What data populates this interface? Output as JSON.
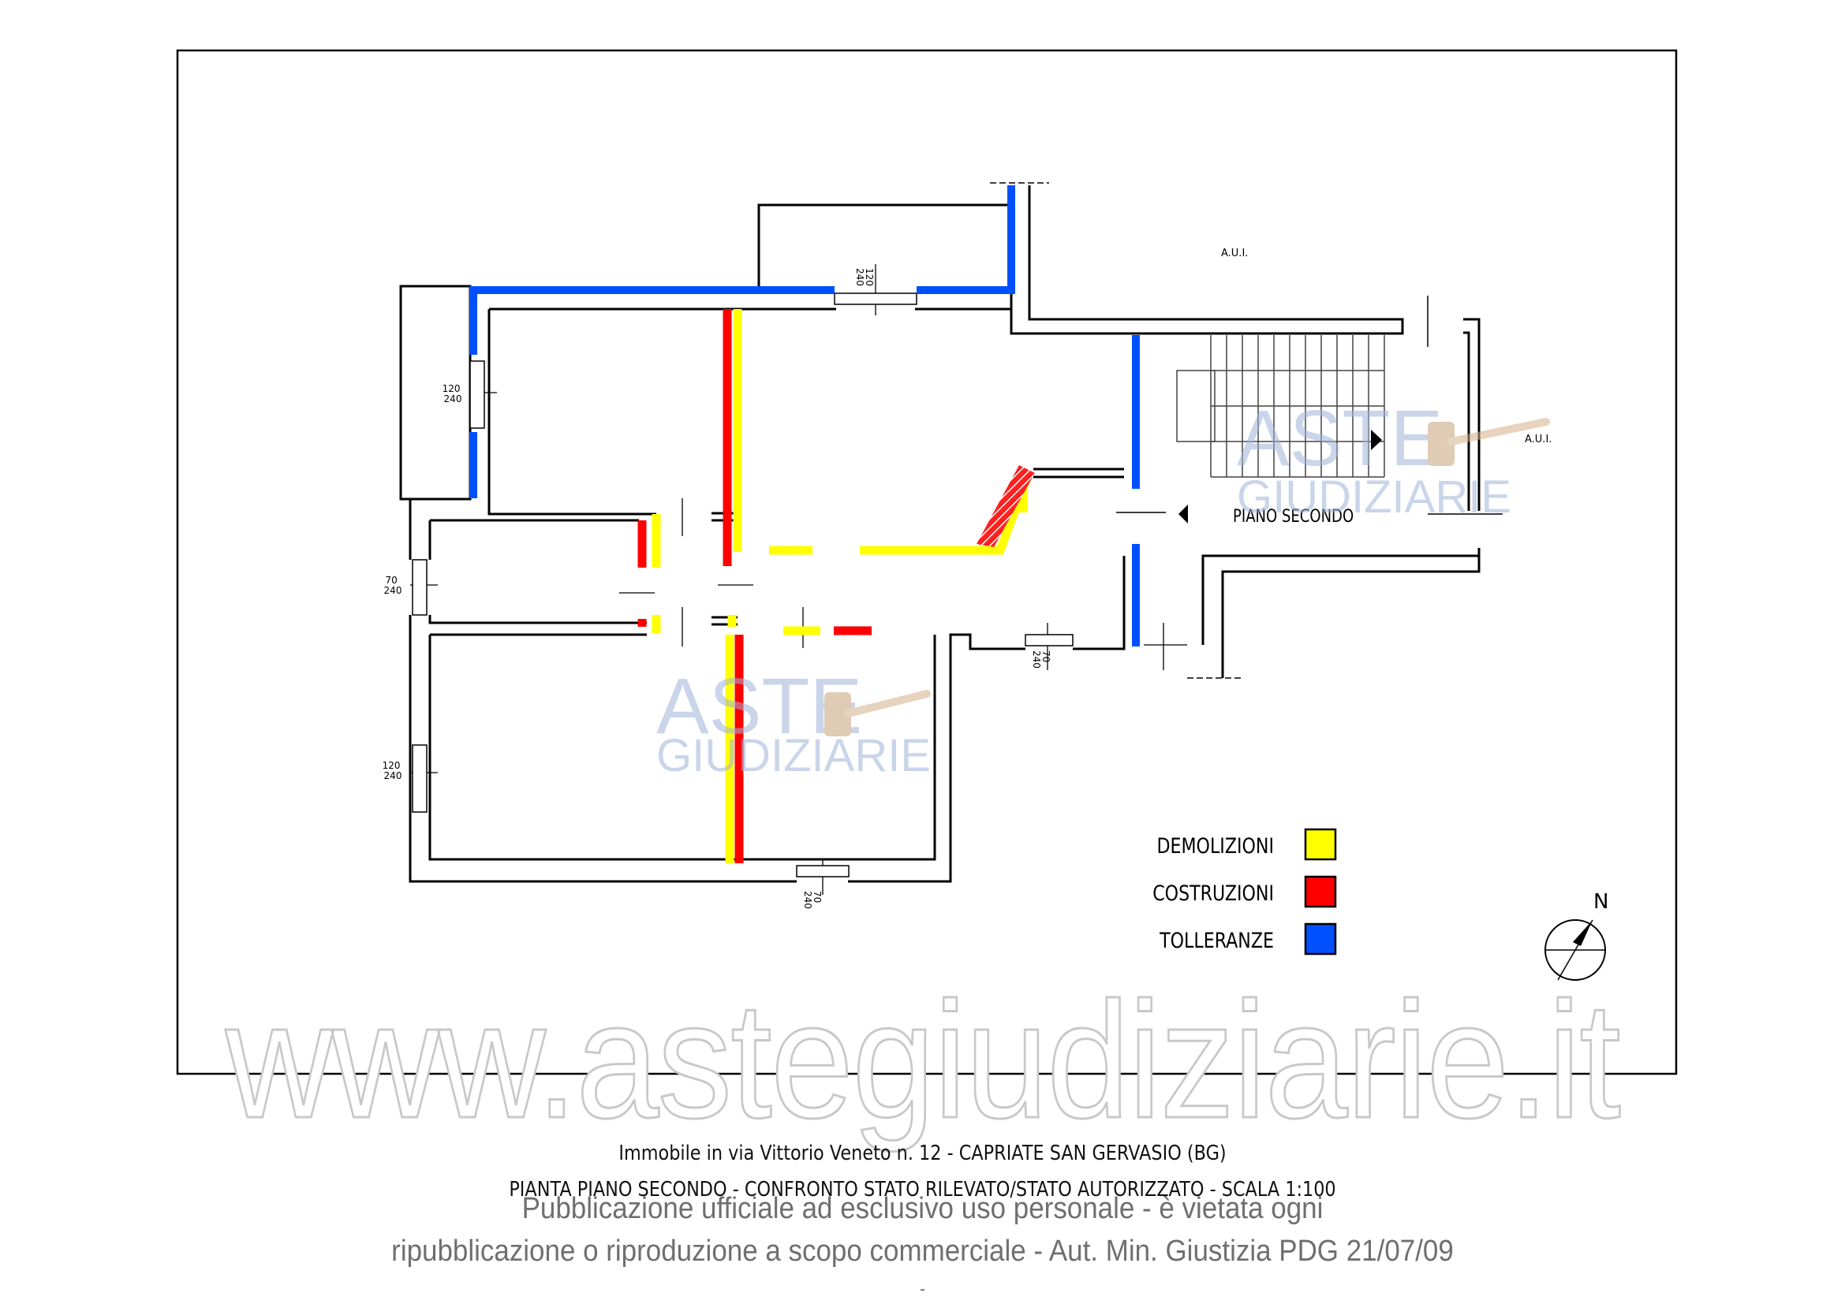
{
  "plan": {
    "labels": {
      "aui_top": "A.U.I.",
      "aui_right": "A.U.I.",
      "floor_label": "PIANO SECONDO"
    },
    "windows": {
      "w_top": [
        "120",
        "240"
      ],
      "w_left_upper": [
        "120",
        "240"
      ],
      "w_left_mid": [
        "70",
        "240"
      ],
      "w_left_lower": [
        "120",
        "240"
      ],
      "w_bottom": [
        "70",
        "240"
      ],
      "w_corridor": [
        "70",
        "240"
      ]
    },
    "north": "N"
  },
  "legend": {
    "items": [
      {
        "label": "DEMOLIZIONI",
        "color": "#ffff00"
      },
      {
        "label": "COSTRUZIONI",
        "color": "#ff0000"
      },
      {
        "label": "TOLLERANZE",
        "color": "#0050ff"
      }
    ]
  },
  "watermark": {
    "logo_line1": "ASTE",
    "logo_line2": "GIUDIZIARIE",
    "url": "www.astegiudiziarie.it"
  },
  "captions": {
    "line1": "Immobile in via Vittorio Veneto n. 12 - CAPRIATE SAN GERVASIO (BG)",
    "line2": "PIANTA PIANO SECONDO - CONFRONTO STATO RILEVATO/STATO AUTORIZZATO - SCALA 1:100"
  },
  "disclaimer": {
    "line1": "Pubblicazione ufficiale ad esclusivo uso personale - è vietata ogni",
    "line2": "ripubblicazione o riproduzione a scopo commerciale - Aut. Min. Giustizia PDG 21/07/09",
    "line3": "-"
  }
}
